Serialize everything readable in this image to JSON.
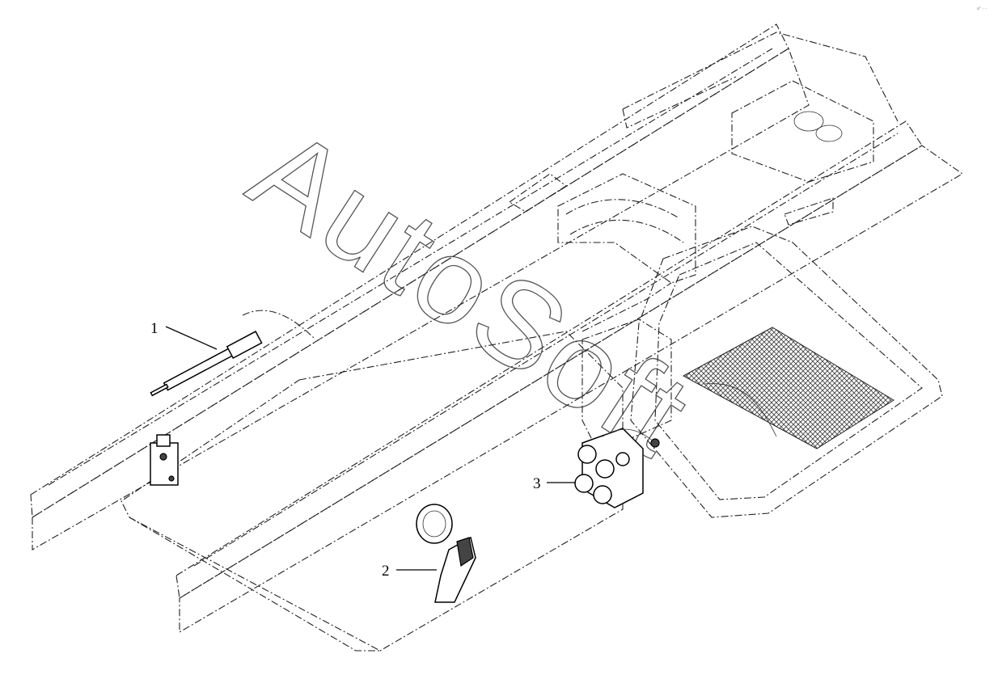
{
  "callouts": [
    {
      "label": "1",
      "part": "sensor-rod"
    },
    {
      "label": "2",
      "part": "lever-handle"
    },
    {
      "label": "3",
      "part": "valve-block"
    }
  ],
  "watermark": {
    "text": "AutoSoft"
  },
  "corner_mark": "a° ····",
  "colors": {
    "line": "#222222",
    "background": "#ffffff",
    "mesh": "#555555"
  }
}
